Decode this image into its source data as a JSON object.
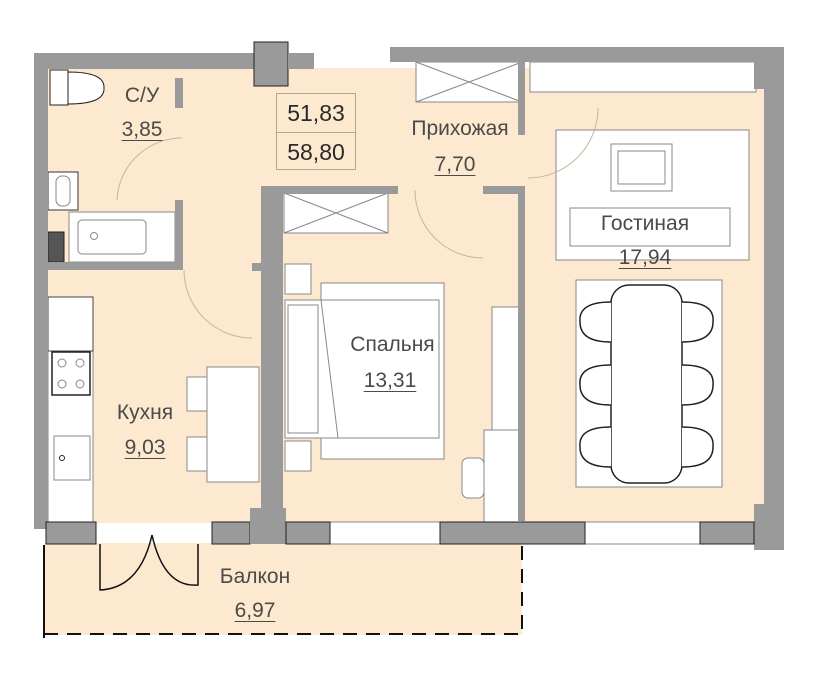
{
  "plan": {
    "colors": {
      "floor": "#fde9cf",
      "wall": "#9a9a9a",
      "furniture": "#ffffff",
      "outline": "#222222",
      "text": "#4a4a4a"
    },
    "totals": {
      "living_area": "51,83",
      "total_area": "58,80"
    },
    "rooms": [
      {
        "id": "bathroom",
        "name": "С/У",
        "area": "3,85"
      },
      {
        "id": "hallway",
        "name": "Прихожая",
        "area": "7,70"
      },
      {
        "id": "living-room",
        "name": "Гостиная",
        "area": "17,94"
      },
      {
        "id": "bedroom",
        "name": "Спальня",
        "area": "13,31"
      },
      {
        "id": "kitchen",
        "name": "Кухня",
        "area": "9,03"
      },
      {
        "id": "balcony",
        "name": "Балкон",
        "area": "6,97"
      }
    ]
  }
}
